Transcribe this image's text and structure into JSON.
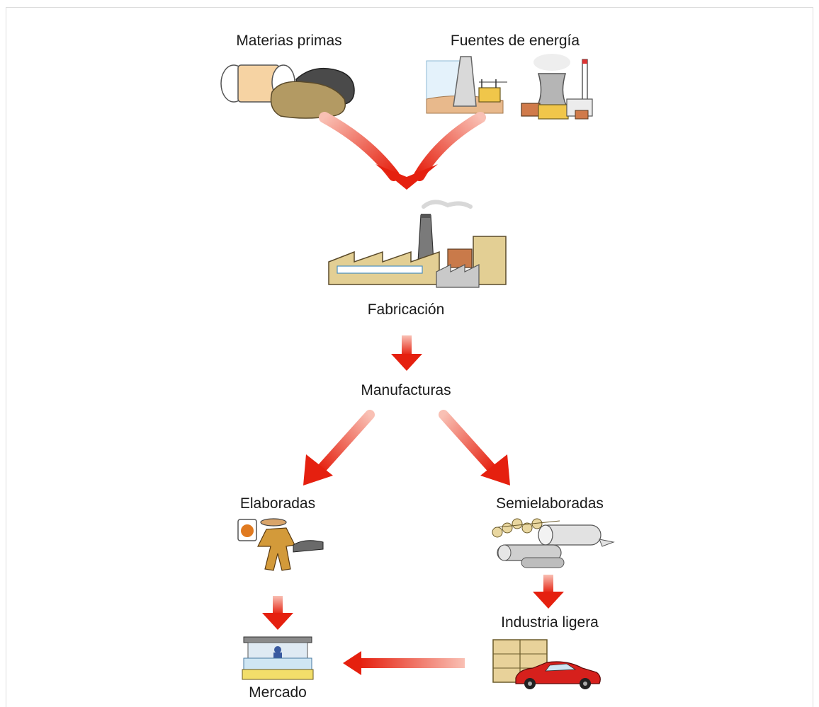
{
  "diagram": {
    "nodes": {
      "materias_primas": "Materias primas",
      "fuentes_energia": "Fuentes de energía",
      "fabricacion": "Fabricación",
      "manufacturas": "Manufacturas",
      "elaboradas": "Elaboradas",
      "semielaboradas": "Semielaboradas",
      "industria_ligera": "Industria ligera",
      "mercado": "Mercado"
    },
    "colors": {
      "arrow": "#e52a1a",
      "arrow_light": "#f7b4a8",
      "sand": "#e3cf94",
      "tan": "#c4aa6c",
      "grey": "#a9a9a9",
      "dark": "#3a3a3a"
    }
  }
}
